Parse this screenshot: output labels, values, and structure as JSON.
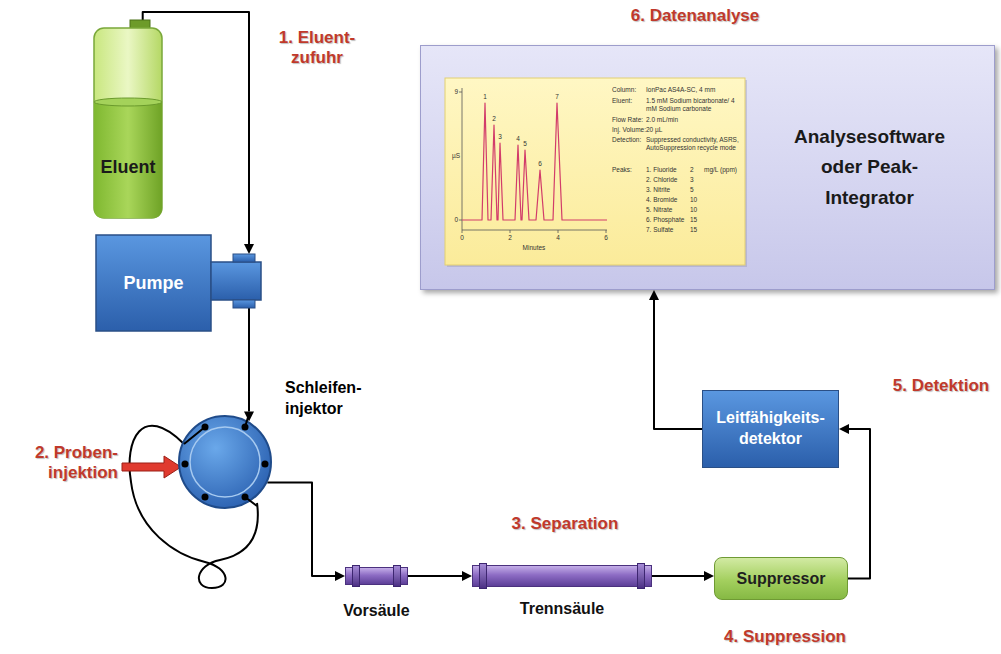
{
  "diagram": {
    "nodes": [
      {
        "text": [
          "Eluent"
        ]
      },
      {
        "text": [
          "Analysesoftware oder Peak-Integrator"
        ]
      },
      {
        "text": [
          "Pumpe"
        ]
      },
      {
        "text": [
          "Schleifen- injektor"
        ]
      },
      {
        "text": [
          "Leitfähigkeits- detektor"
        ]
      },
      {
        "text": [
          "Vorsäule"
        ]
      },
      {
        "text": [
          "Trennsäule"
        ]
      },
      {
        "text": [
          "Suppressor"
        ]
      }
    ],
    "edges": [
      {
        "from": 0,
        "to": 2,
        "arrow": "to"
      },
      {
        "from": 2,
        "to": 3,
        "arrow": "to"
      },
      {
        "from": 3,
        "to": 5,
        "arrow": "to"
      },
      {
        "from": 5,
        "to": 6,
        "arrow": "to"
      },
      {
        "from": 6,
        "to": 7,
        "arrow": "to"
      },
      {
        "from": 7,
        "to": 4,
        "arrow": "to"
      },
      {
        "from": 4,
        "to": 1,
        "arrow": "to"
      }
    ],
    "labels": [
      "1. Eluent- zufuhr",
      "2. Proben- injektion",
      "3. Separation",
      "4. Suppression",
      "5. Detektion",
      "6. Datenanalyse",
      "9",
      "µS",
      "0",
      "0",
      "2",
      "4",
      "6",
      "Minutes",
      "1",
      "2",
      "3",
      "4",
      "5",
      "6",
      "7",
      "Column:",
      "IonPac AS4A-SC, 4 mm",
      "Eluent:",
      "1.5 mM Sodium bicarbonate/ 4 mM Sodium carbonate",
      "Flow Rate:",
      "2.0 mL/min",
      "Inj. Volume:",
      "20 µL",
      "Detection:",
      "Suppressed conductivity, ASRS, AutoSuppression recycle mode",
      "Peaks:",
      "1. Fluoride",
      "2",
      "mg/L (ppm)",
      "2. Chloride",
      "3",
      "3. Nitrite",
      "5",
      "4. Bromide",
      "10",
      "5. Nitrate",
      "10",
      "6. Phosphate",
      "15",
      "7. Sulfate",
      "15"
    ]
  }
}
